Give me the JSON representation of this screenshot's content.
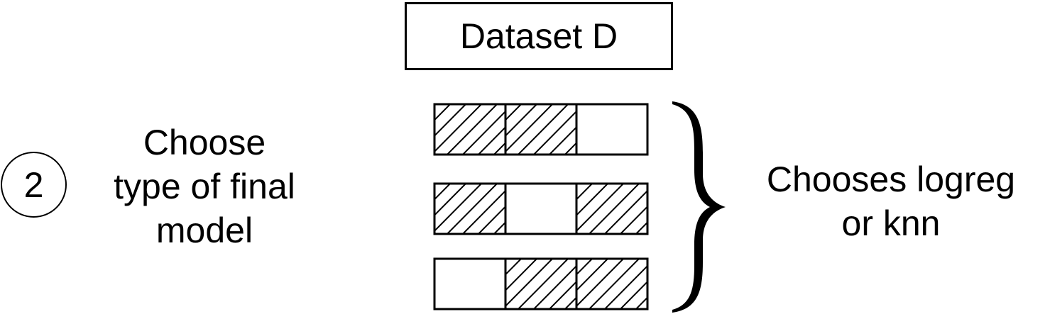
{
  "dataset": {
    "label": "Dataset D"
  },
  "step": {
    "number": "2",
    "label_lines": [
      "Choose",
      "type of final",
      "model"
    ]
  },
  "result": {
    "label_lines": [
      "Chooses logreg",
      "or knn"
    ]
  },
  "folds": {
    "hatched": [
      [
        true,
        true,
        false
      ],
      [
        true,
        false,
        true
      ],
      [
        false,
        true,
        true
      ]
    ]
  },
  "colors": {
    "stroke": "#000000",
    "background": "#ffffff"
  }
}
